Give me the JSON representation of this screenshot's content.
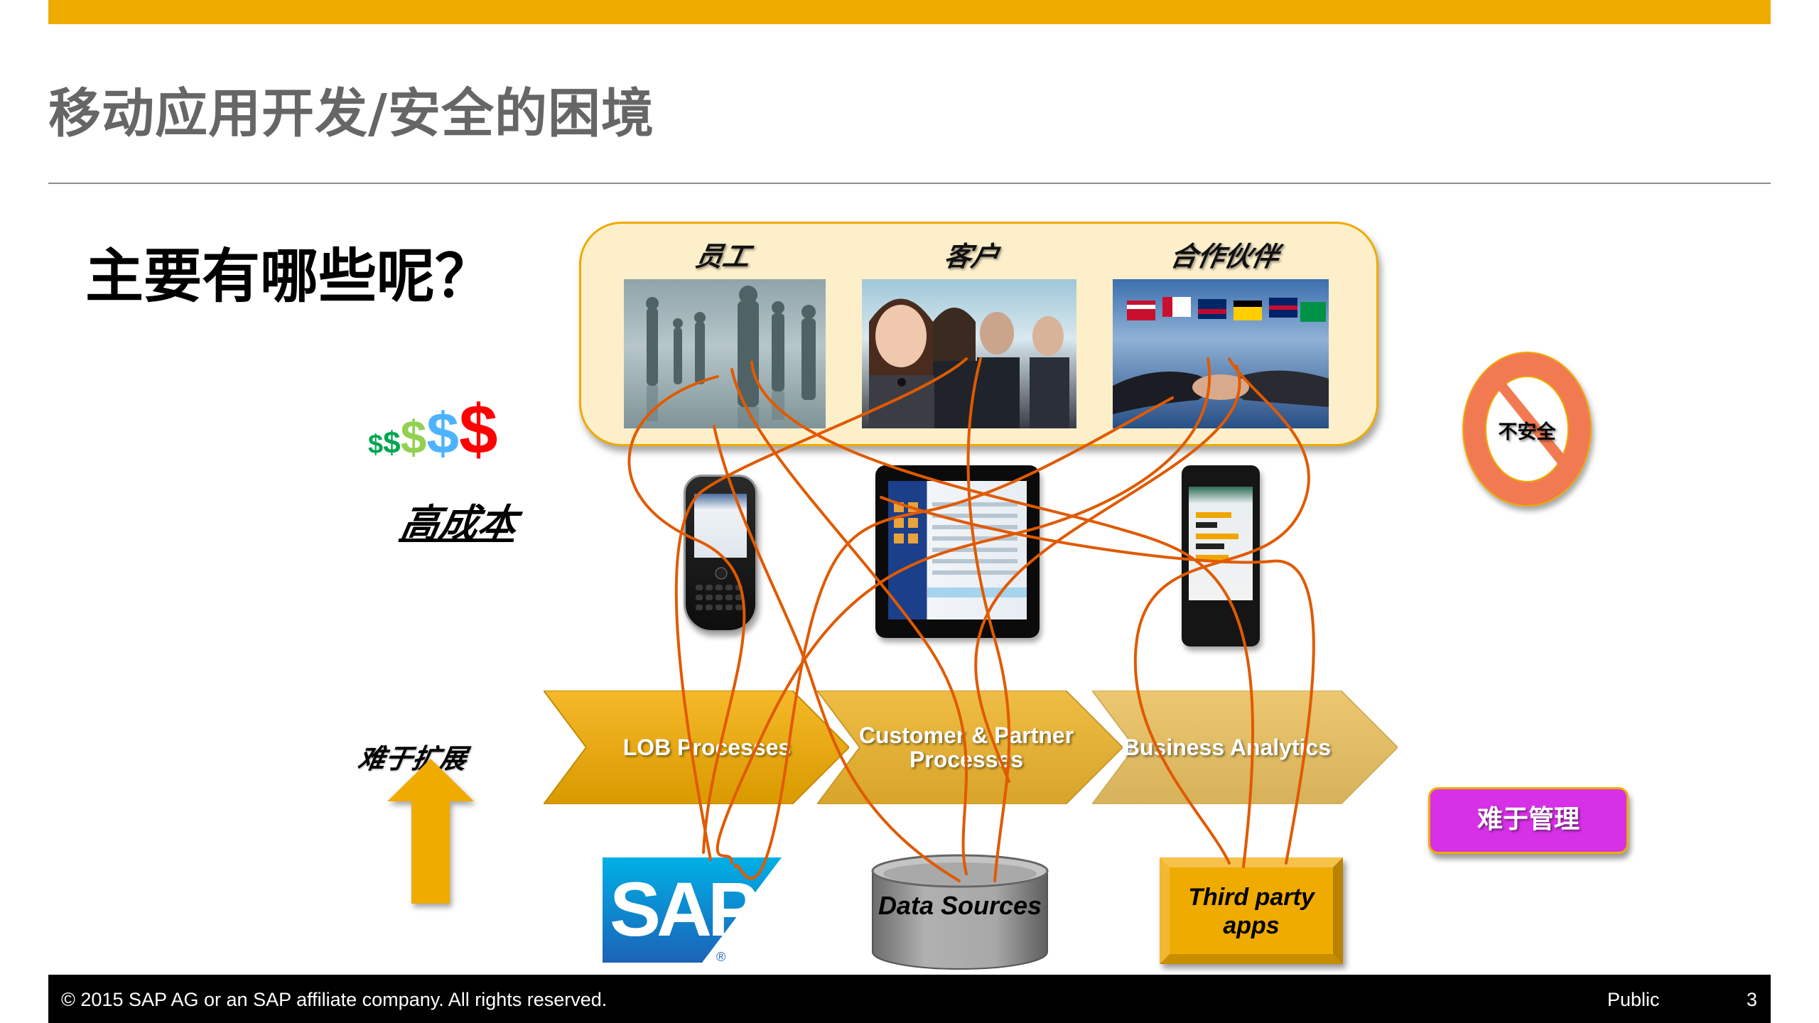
{
  "slide": {
    "title": "移动应用开发/安全的困境",
    "subtitle": "主要有哪些呢？",
    "colors": {
      "accent_yellow": "#efab00",
      "title_gray": "#666666",
      "curve_orange": "#e05a00",
      "manage_purple": "#d631e6",
      "nosign_orange": "#f27a52"
    }
  },
  "user_groups": [
    {
      "label": "员工",
      "image": "business-people-silhouettes"
    },
    {
      "label": "客户",
      "image": "call-center-agents"
    },
    {
      "label": "合作伙伴",
      "image": "handshake-with-flags"
    }
  ],
  "cost": {
    "symbols": [
      "$",
      "$",
      "$",
      "$",
      "$"
    ],
    "symbol_colors": [
      "#00a651",
      "#00a651",
      "#92d050",
      "#4db3ff",
      "#ff0000"
    ],
    "label": "高成本"
  },
  "devices": [
    {
      "name": "blackberry-phone"
    },
    {
      "name": "ipad-tablet"
    },
    {
      "name": "android-phone"
    }
  ],
  "processes": [
    {
      "label": "LOB Processes"
    },
    {
      "label": "Customer & Partner Processes"
    },
    {
      "label": "Business Analytics"
    }
  ],
  "scaling": {
    "label": "难于扩展"
  },
  "backends": {
    "sap": {
      "label": "SAP"
    },
    "data_sources": {
      "label": "Data Sources"
    },
    "third_party": {
      "label": "Third party apps"
    }
  },
  "insecure": {
    "label": "不安全"
  },
  "management": {
    "label": "难于管理"
  },
  "footer": {
    "copyright": "© 2015 SAP AG or an SAP affiliate company. All rights reserved.",
    "classification": "Public",
    "page_number": "3"
  }
}
